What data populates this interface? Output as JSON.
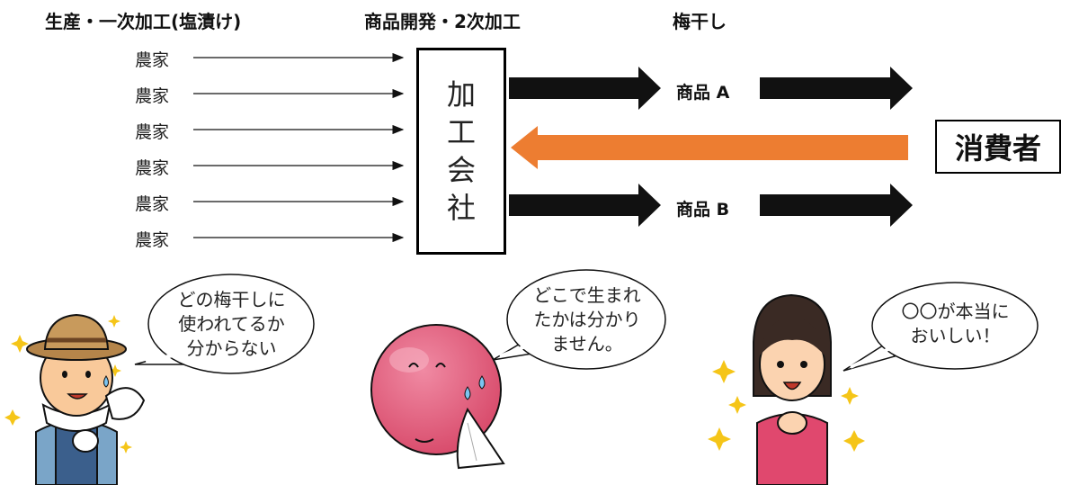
{
  "headers": {
    "production": "生産・一次加工(塩漬け)",
    "processing": "商品開発・2次加工",
    "product": "梅干し"
  },
  "farmers": [
    "農家",
    "農家",
    "農家",
    "農家",
    "農家",
    "農家"
  ],
  "company": [
    "加",
    "工",
    "会",
    "社"
  ],
  "products": {
    "a": "商品 A",
    "b": "商品 B"
  },
  "consumer": "消費者",
  "bubbles": {
    "farmer": [
      "どの梅干しに",
      "使われてるか",
      "分からない"
    ],
    "plum": [
      "どこで生まれ",
      "たかは分かり",
      "ません。"
    ],
    "consumer": [
      "〇〇が本当に",
      "おいしい！"
    ]
  },
  "colors": {
    "arrow_dark": "#111111",
    "arrow_orange": "#ed7d31",
    "plum": "#e05a78",
    "farmer_hat": "#b5854a",
    "consumer_shirt": "#e0486e",
    "sparkle": "#f5c518"
  }
}
